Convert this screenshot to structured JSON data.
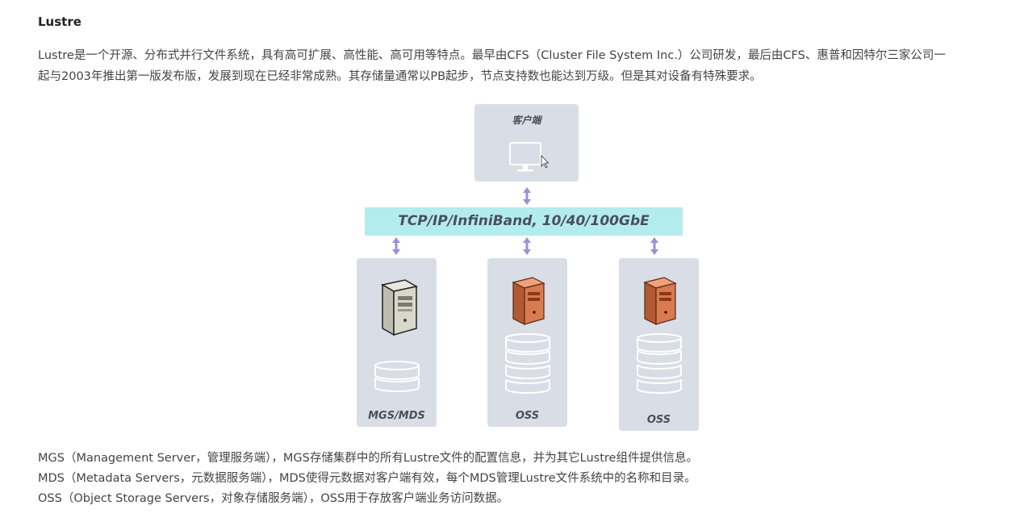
{
  "heading": "Lustre",
  "intro": {
    "line1": "Lustre是一个开源、分布式并行文件系统，具有高可扩展、高性能、高可用等特点。最早由CFS（Cluster File System Inc.）公司研发，最后由CFS、惠普和因特尔三家公司一",
    "line2": "起与2003年推出第一版发布版，发展到现在已经非常成熟。其存储量通常以PB起步，节点支持数也能达到万级。但是其对设备有特殊要求。"
  },
  "diagram": {
    "client_label": "客户端",
    "network_label": "TCP/IP/InfiniBand, 10/40/100GbE",
    "nodes": [
      {
        "label": "MGS/MDS",
        "icon": "server-gray-icon",
        "disks": 2
      },
      {
        "label": "OSS",
        "icon": "server-orange-icon",
        "disks": 4
      },
      {
        "label": "OSS",
        "icon": "server-orange-icon",
        "disks": 4
      }
    ],
    "colors": {
      "box": "#d9dde6",
      "network": "#b3ecec",
      "arrow": "#9b8fd8"
    }
  },
  "notes": [
    "MGS（Management Server，管理服务端），MGS存储集群中的所有Lustre文件的配置信息，并为其它Lustre组件提供信息。",
    "MDS（Metadata Servers，元数据服务端），MDS使得元数据对客户端有效，每个MDS管理Lustre文件系统中的名称和目录。",
    "OSS（Object Storage Servers，对象存储服务端），OSS用于存放客户端业务访问数据。"
  ]
}
